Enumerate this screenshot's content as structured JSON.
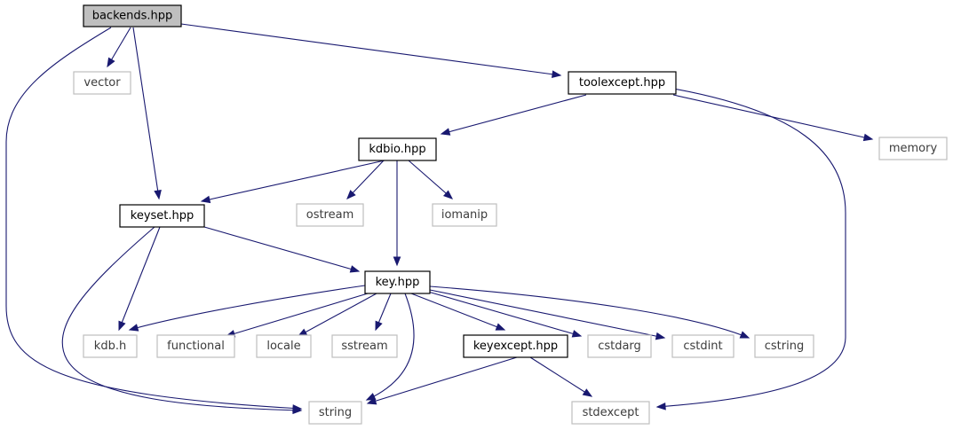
{
  "colors": {
    "edge": "#191970",
    "root_fill": "#bfbfbf",
    "internal_border": "#000000",
    "external_border": "#bfbfbf"
  },
  "nodes": [
    {
      "id": "backends",
      "label": "backends.hpp",
      "kind": "root"
    },
    {
      "id": "vector",
      "label": "vector",
      "kind": "external"
    },
    {
      "id": "toolexcept",
      "label": "toolexcept.hpp",
      "kind": "internal"
    },
    {
      "id": "kdbio",
      "label": "kdbio.hpp",
      "kind": "internal"
    },
    {
      "id": "memory",
      "label": "memory",
      "kind": "external"
    },
    {
      "id": "keyset",
      "label": "keyset.hpp",
      "kind": "internal"
    },
    {
      "id": "ostream",
      "label": "ostream",
      "kind": "external"
    },
    {
      "id": "iomanip",
      "label": "iomanip",
      "kind": "external"
    },
    {
      "id": "key",
      "label": "key.hpp",
      "kind": "internal"
    },
    {
      "id": "kdbh",
      "label": "kdb.h",
      "kind": "external"
    },
    {
      "id": "functional",
      "label": "functional",
      "kind": "external"
    },
    {
      "id": "locale",
      "label": "locale",
      "kind": "external"
    },
    {
      "id": "sstream",
      "label": "sstream",
      "kind": "external"
    },
    {
      "id": "keyexcept",
      "label": "keyexcept.hpp",
      "kind": "internal"
    },
    {
      "id": "cstdarg",
      "label": "cstdarg",
      "kind": "external"
    },
    {
      "id": "cstdint",
      "label": "cstdint",
      "kind": "external"
    },
    {
      "id": "cstring",
      "label": "cstring",
      "kind": "external"
    },
    {
      "id": "string",
      "label": "string",
      "kind": "external"
    },
    {
      "id": "stdexcept",
      "label": "stdexcept",
      "kind": "external"
    }
  ],
  "edges": [
    {
      "from": "backends",
      "to": "vector"
    },
    {
      "from": "backends",
      "to": "toolexcept"
    },
    {
      "from": "backends",
      "to": "keyset"
    },
    {
      "from": "backends",
      "to": "string"
    },
    {
      "from": "toolexcept",
      "to": "kdbio"
    },
    {
      "from": "toolexcept",
      "to": "memory"
    },
    {
      "from": "toolexcept",
      "to": "stdexcept"
    },
    {
      "from": "kdbio",
      "to": "keyset"
    },
    {
      "from": "kdbio",
      "to": "ostream"
    },
    {
      "from": "kdbio",
      "to": "iomanip"
    },
    {
      "from": "kdbio",
      "to": "key"
    },
    {
      "from": "keyset",
      "to": "key"
    },
    {
      "from": "keyset",
      "to": "kdbh"
    },
    {
      "from": "keyset",
      "to": "string"
    },
    {
      "from": "key",
      "to": "kdbh"
    },
    {
      "from": "key",
      "to": "functional"
    },
    {
      "from": "key",
      "to": "locale"
    },
    {
      "from": "key",
      "to": "sstream"
    },
    {
      "from": "key",
      "to": "string"
    },
    {
      "from": "key",
      "to": "keyexcept"
    },
    {
      "from": "key",
      "to": "cstdarg"
    },
    {
      "from": "key",
      "to": "cstdint"
    },
    {
      "from": "key",
      "to": "cstring"
    },
    {
      "from": "keyexcept",
      "to": "string"
    },
    {
      "from": "keyexcept",
      "to": "stdexcept"
    }
  ]
}
